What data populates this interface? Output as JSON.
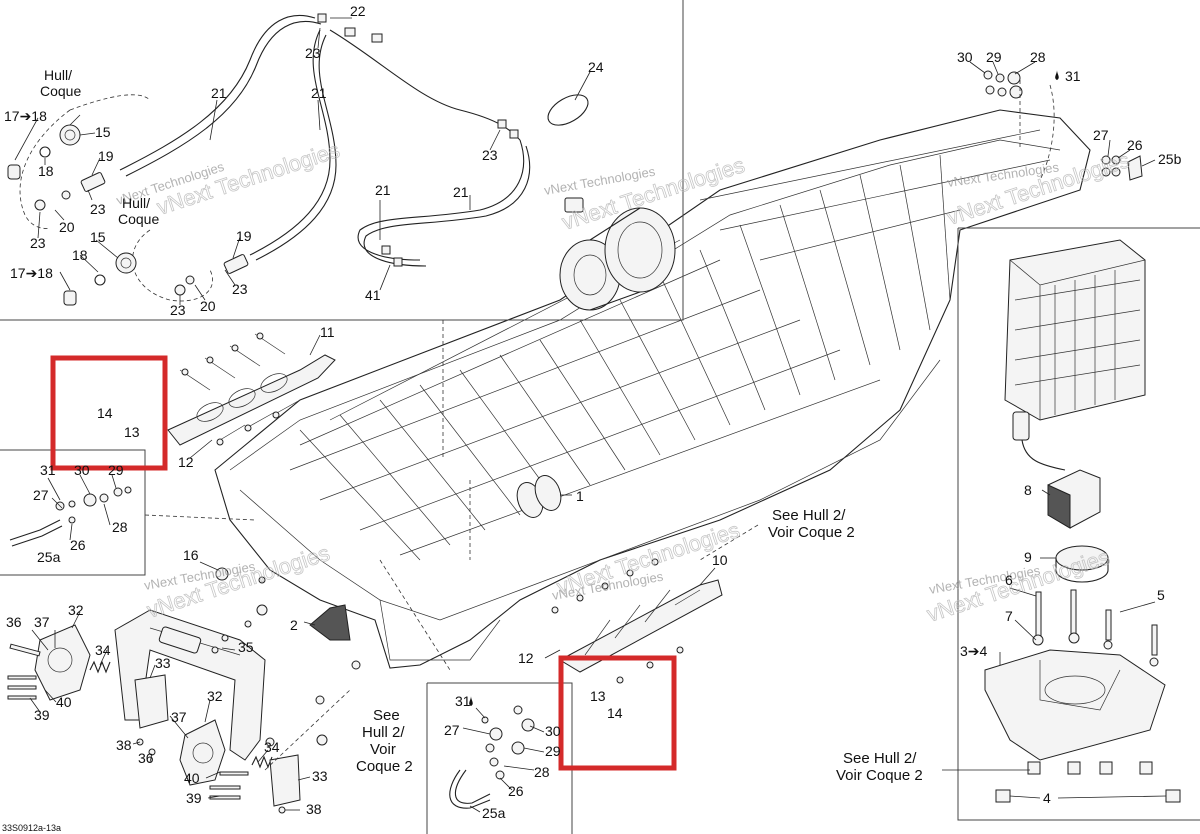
{
  "diagram": {
    "reference_code": "33S0912a-13a",
    "watermark": "vNext Technologies",
    "notes": {
      "hull_coque_upper": [
        "Hull/",
        "Coque"
      ],
      "hull_coque_lower": [
        "Hull/",
        "Coque"
      ],
      "see_hull_top": [
        "See Hull 2/",
        "Voir Coque 2"
      ],
      "see_hull_bottom_left": [
        "See",
        "Hull 2/",
        "Voir",
        "Coque 2"
      ],
      "see_hull_bottom_right": [
        "See Hull 2/",
        "Voir Coque 2"
      ]
    },
    "callouts": {
      "p22": "22",
      "p23a": "23",
      "p21a": "21",
      "p21b": "21",
      "p24": "24",
      "p23b": "23",
      "p21c": "21",
      "p21d": "21",
      "p41": "41",
      "p17a": "17➔18",
      "p15a": "15",
      "p18a": "18",
      "p19a": "19",
      "p23c": "23",
      "p20a": "20",
      "p23d": "23",
      "p15b": "15",
      "p18b": "18",
      "p19b": "19",
      "p17b": "17➔18",
      "p23e": "23",
      "p23f": "23",
      "p20b": "20",
      "p30a": "30",
      "p29a": "29",
      "p28a": "28",
      "p31a": "31",
      "p27a": "27",
      "p26a": "26",
      "p25b": "25b",
      "p11": "11",
      "p14a": "14",
      "p13a": "13",
      "p12a": "12",
      "p31b": "31",
      "p30b": "30",
      "p29b": "29",
      "p27b": "27",
      "p28b": "28",
      "p26b": "26",
      "p25a": "25a",
      "p1": "1",
      "p16": "16",
      "p2": "2",
      "p10": "10",
      "p12b": "12",
      "p13b": "13",
      "p14b": "14",
      "p36a": "36",
      "p37a": "37",
      "p32a": "32",
      "p34a": "34",
      "p35": "35",
      "p39a": "39",
      "p40a": "40",
      "p33a": "33",
      "p32b": "32",
      "p37b": "37",
      "p38a": "38",
      "p36b": "36",
      "p34b": "34",
      "p33b": "33",
      "p40b": "40",
      "p39b": "39",
      "p38b": "38",
      "p31c": "31",
      "p27c": "27",
      "p30c": "30",
      "p29c": "29",
      "p28c": "28",
      "p26c": "26",
      "p25c": "25a",
      "p8": "8",
      "p9": "9",
      "p6": "6",
      "p7": "7",
      "p5": "5",
      "p3": "3➔4",
      "p4": "4"
    }
  }
}
